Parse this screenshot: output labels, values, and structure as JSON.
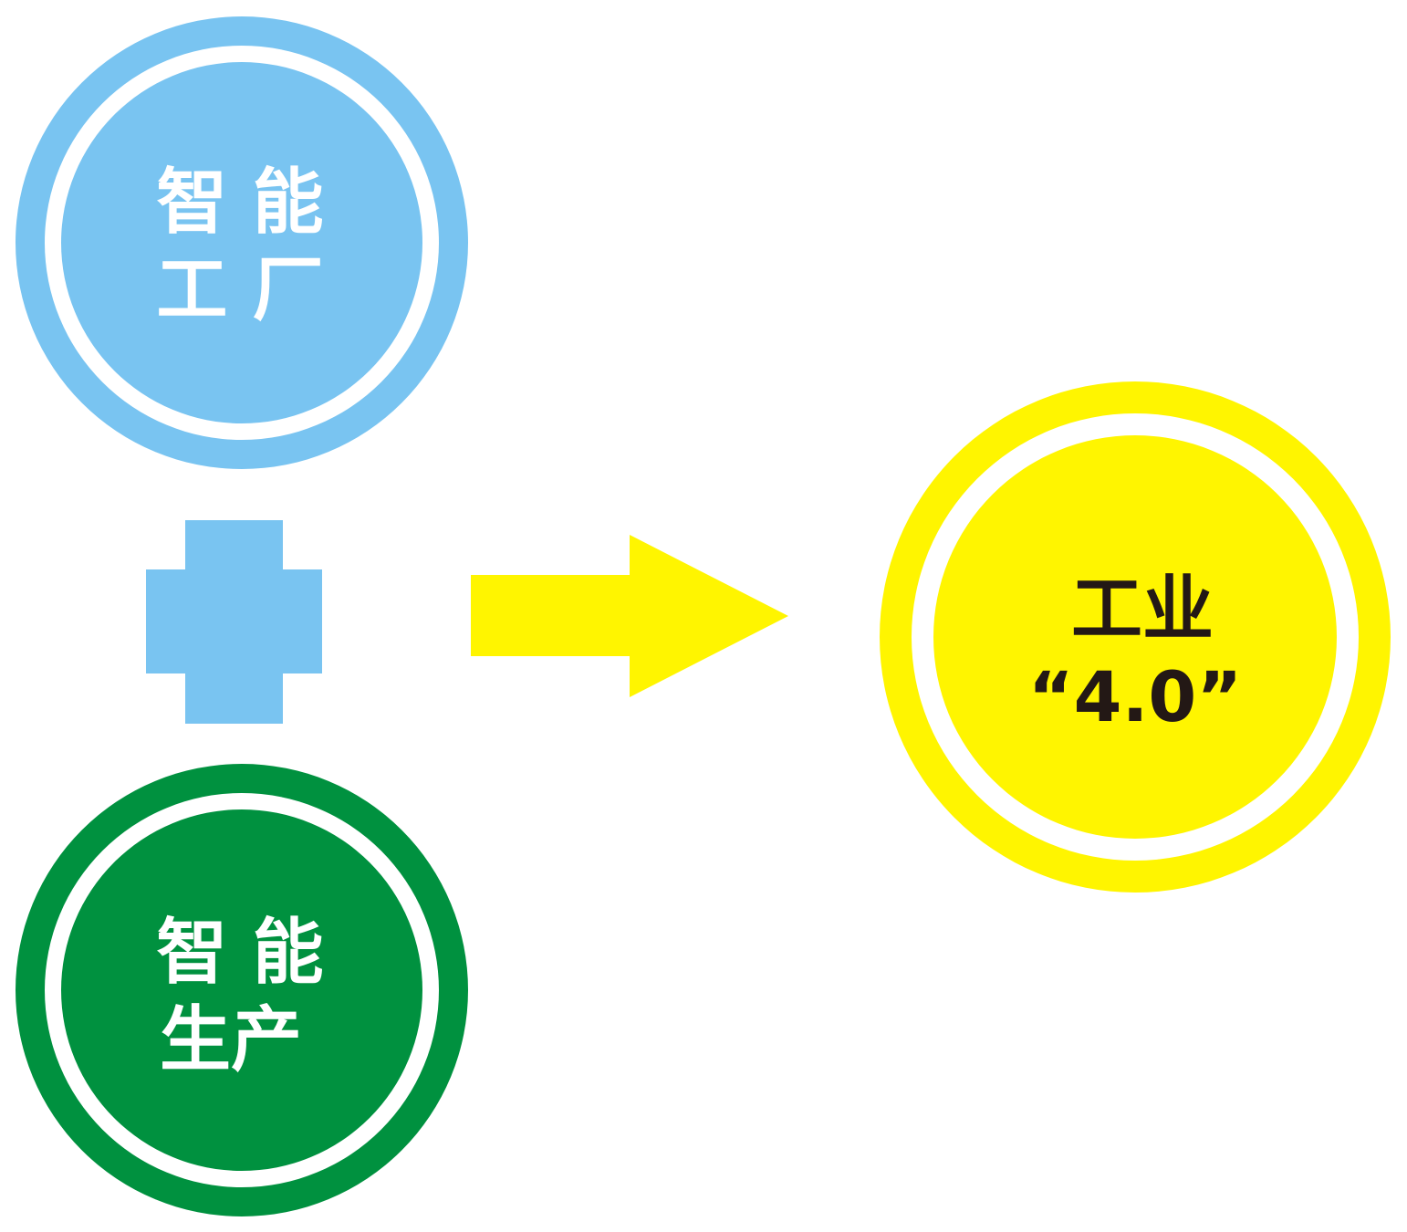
{
  "nodes": {
    "smart_factory": {
      "line1": "智 能",
      "line2": "工 厂",
      "color": "#79C4F1"
    },
    "smart_production": {
      "line1": "智 能",
      "line2": "生产",
      "color": "#00913F"
    },
    "industry": {
      "line1": "工业",
      "line2": "“4.0”",
      "color": "#FFF500",
      "text_color": "#231815"
    }
  },
  "plus_color": "#79C4F1",
  "arrow_color": "#FFF500"
}
